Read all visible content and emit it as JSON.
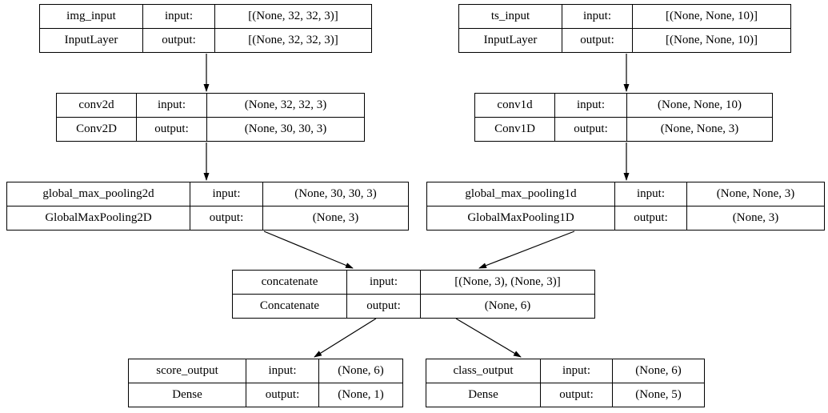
{
  "diagram": {
    "kind": "keras-model-graph",
    "background_color": "#ffffff",
    "border_color": "#000000",
    "text_color": "#000000",
    "input_label": "input:",
    "output_label": "output:",
    "nodes": [
      {
        "name": "img_input",
        "type": "InputLayer",
        "input_shape": "[(None, 32, 32, 3)]",
        "output_shape": "[(None, 32, 32, 3)]"
      },
      {
        "name": "ts_input",
        "type": "InputLayer",
        "input_shape": "[(None, None, 10)]",
        "output_shape": "[(None, None, 10)]"
      },
      {
        "name": "conv2d",
        "type": "Conv2D",
        "input_shape": "(None, 32, 32, 3)",
        "output_shape": "(None, 30, 30, 3)"
      },
      {
        "name": "conv1d",
        "type": "Conv1D",
        "input_shape": "(None, None, 10)",
        "output_shape": "(None, None, 3)"
      },
      {
        "name": "global_max_pooling2d",
        "type": "GlobalMaxPooling2D",
        "input_shape": "(None, 30, 30, 3)",
        "output_shape": "(None, 3)"
      },
      {
        "name": "global_max_pooling1d",
        "type": "GlobalMaxPooling1D",
        "input_shape": "(None, None, 3)",
        "output_shape": "(None, 3)"
      },
      {
        "name": "concatenate",
        "type": "Concatenate",
        "input_shape": "[(None, 3), (None, 3)]",
        "output_shape": "(None, 6)"
      },
      {
        "name": "score_output",
        "type": "Dense",
        "input_shape": "(None, 6)",
        "output_shape": "(None, 1)"
      },
      {
        "name": "class_output",
        "type": "Dense",
        "input_shape": "(None, 6)",
        "output_shape": "(None, 5)"
      }
    ],
    "edges": [
      {
        "from": "img_input",
        "to": "conv2d"
      },
      {
        "from": "ts_input",
        "to": "conv1d"
      },
      {
        "from": "conv2d",
        "to": "global_max_pooling2d"
      },
      {
        "from": "conv1d",
        "to": "global_max_pooling1d"
      },
      {
        "from": "global_max_pooling2d",
        "to": "concatenate"
      },
      {
        "from": "global_max_pooling1d",
        "to": "concatenate"
      },
      {
        "from": "concatenate",
        "to": "score_output"
      },
      {
        "from": "concatenate",
        "to": "class_output"
      }
    ]
  }
}
